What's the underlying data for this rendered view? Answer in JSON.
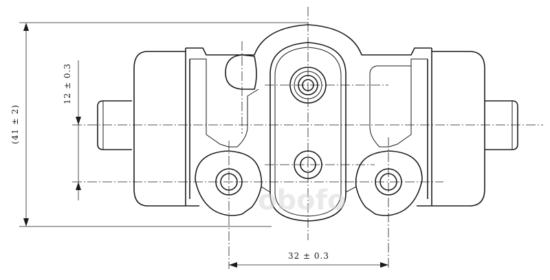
{
  "drawing": {
    "dimensions": {
      "overall_height": "(41 ± 2)",
      "port_offset": "12 ± 0.3",
      "bolt_spacing": "32 ± 0.3"
    },
    "watermark": "obofo"
  }
}
